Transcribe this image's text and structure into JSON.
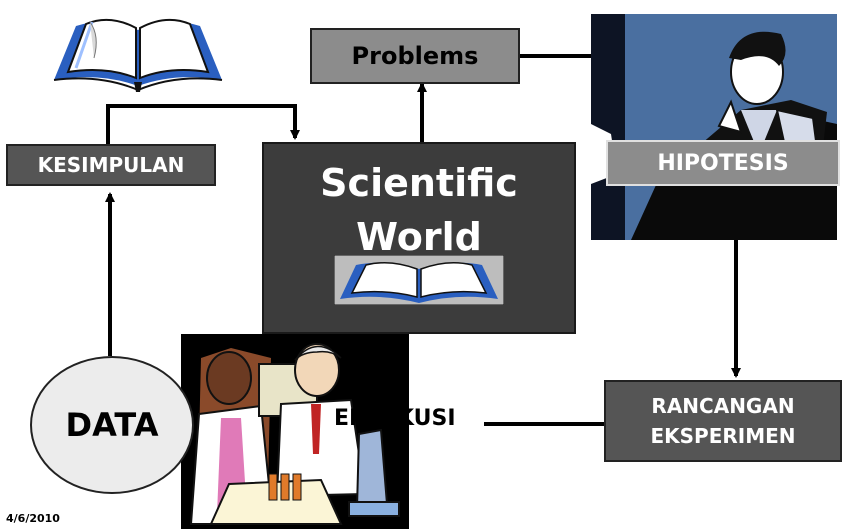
{
  "nodes": {
    "problems": "Problems",
    "kesimpulan": "KESIMPULAN",
    "scientific_line1": "Scientific",
    "scientific_line2": "World",
    "hipotesis": "HIPOTESIS",
    "rancangan_line1": "RANCANGAN",
    "rancangan_line2": "EKSPERIMEN",
    "data": "DATA",
    "eksekusi": "EKSEKUSI"
  },
  "footer": {
    "date": "4/6/2010"
  },
  "icons": {
    "top_book": "open-book-icon",
    "center_book": "open-book-icon",
    "thinker": "thinking-man-illustration",
    "lab": "lab-scientists-illustration"
  },
  "colors": {
    "center_box": "#3c3c3c",
    "label_box": "#8c8c8c",
    "dark_label": "#555555",
    "thinker_bg": "#4a6fa0",
    "book_blue": "#2a5fc0"
  }
}
